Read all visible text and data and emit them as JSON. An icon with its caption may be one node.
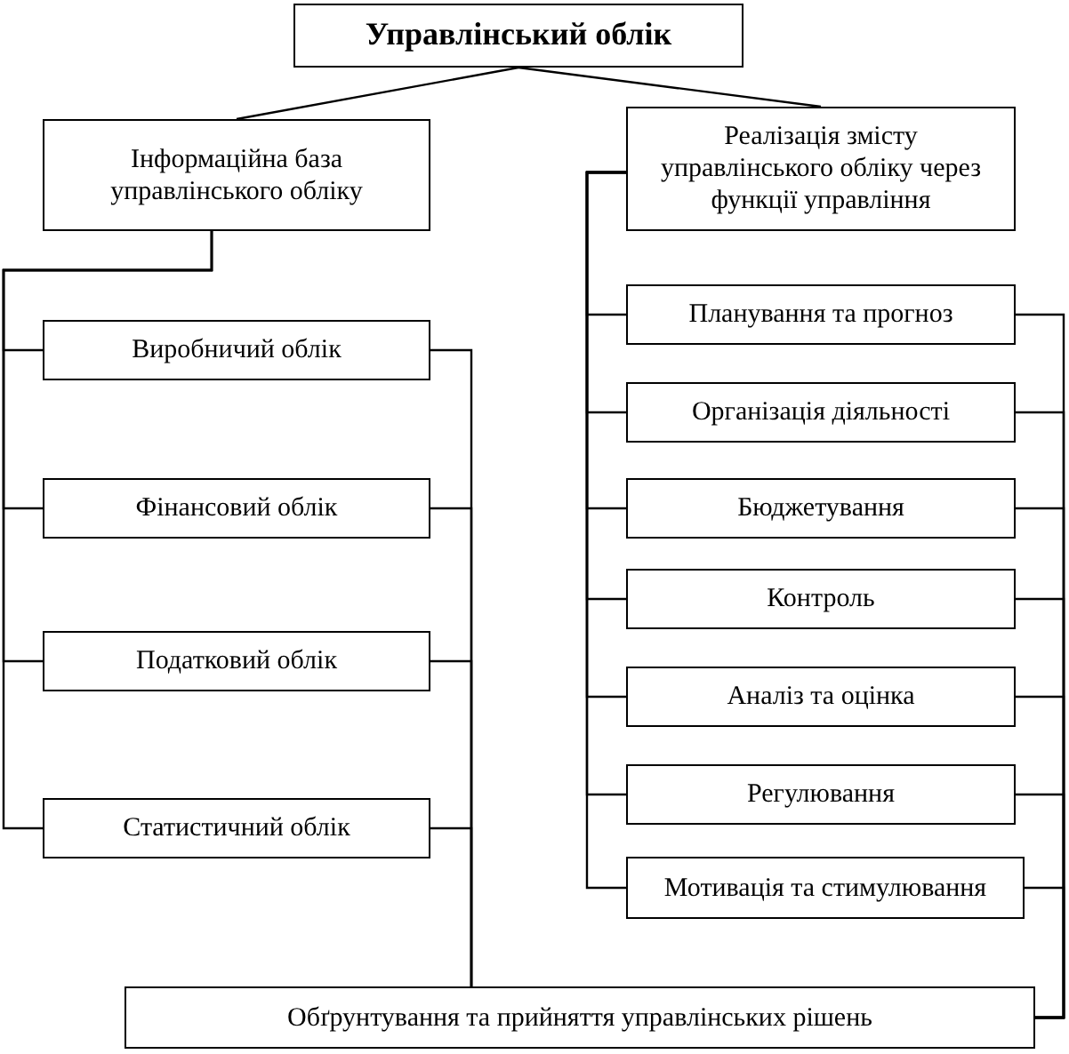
{
  "diagram": {
    "nodes": [
      {
        "text": [
          "Управлінський облік"
        ]
      },
      {
        "text": [
          "Інформаційна база управлінського обліку"
        ]
      },
      {
        "text": [
          "Реалізація змісту управлінського обліку через функції управління"
        ]
      },
      {
        "text": [
          "Виробничий облік"
        ]
      },
      {
        "text": [
          "Фінансовий облік"
        ]
      },
      {
        "text": [
          "Податковий облік"
        ]
      },
      {
        "text": [
          "Статистичний облік"
        ]
      },
      {
        "text": [
          "Планування та прогноз"
        ]
      },
      {
        "text": [
          "Організація діяльності"
        ]
      },
      {
        "text": [
          "Бюджетування"
        ]
      },
      {
        "text": [
          "Контроль"
        ]
      },
      {
        "text": [
          "Аналіз та оцінка"
        ]
      },
      {
        "text": [
          "Регулювання"
        ]
      },
      {
        "text": [
          "Мотивація та стимулювання"
        ]
      },
      {
        "text": [
          "Обґрунтування та прийняття управлінських рішень"
        ]
      }
    ],
    "edges": [
      {
        "from": 0,
        "to": 1,
        "arrow": "none"
      },
      {
        "from": 0,
        "to": 2,
        "arrow": "none"
      },
      {
        "from": 1,
        "to": 3,
        "arrow": "none"
      },
      {
        "from": 1,
        "to": 4,
        "arrow": "none"
      },
      {
        "from": 1,
        "to": 5,
        "arrow": "none"
      },
      {
        "from": 1,
        "to": 6,
        "arrow": "none"
      },
      {
        "from": 2,
        "to": 7,
        "arrow": "none"
      },
      {
        "from": 2,
        "to": 8,
        "arrow": "none"
      },
      {
        "from": 2,
        "to": 9,
        "arrow": "none"
      },
      {
        "from": 2,
        "to": 10,
        "arrow": "none"
      },
      {
        "from": 2,
        "to": 11,
        "arrow": "none"
      },
      {
        "from": 2,
        "to": 12,
        "arrow": "none"
      },
      {
        "from": 2,
        "to": 13,
        "arrow": "none"
      },
      {
        "from": 3,
        "to": 14,
        "arrow": "none"
      },
      {
        "from": 4,
        "to": 14,
        "arrow": "none"
      },
      {
        "from": 5,
        "to": 14,
        "arrow": "none"
      },
      {
        "from": 6,
        "to": 14,
        "arrow": "none"
      },
      {
        "from": 7,
        "to": 14,
        "arrow": "none"
      },
      {
        "from": 8,
        "to": 14,
        "arrow": "none"
      },
      {
        "from": 9,
        "to": 14,
        "arrow": "none"
      },
      {
        "from": 10,
        "to": 14,
        "arrow": "none"
      },
      {
        "from": 11,
        "to": 14,
        "arrow": "none"
      },
      {
        "from": 12,
        "to": 14,
        "arrow": "none"
      },
      {
        "from": 13,
        "to": 14,
        "arrow": "none"
      }
    ]
  }
}
